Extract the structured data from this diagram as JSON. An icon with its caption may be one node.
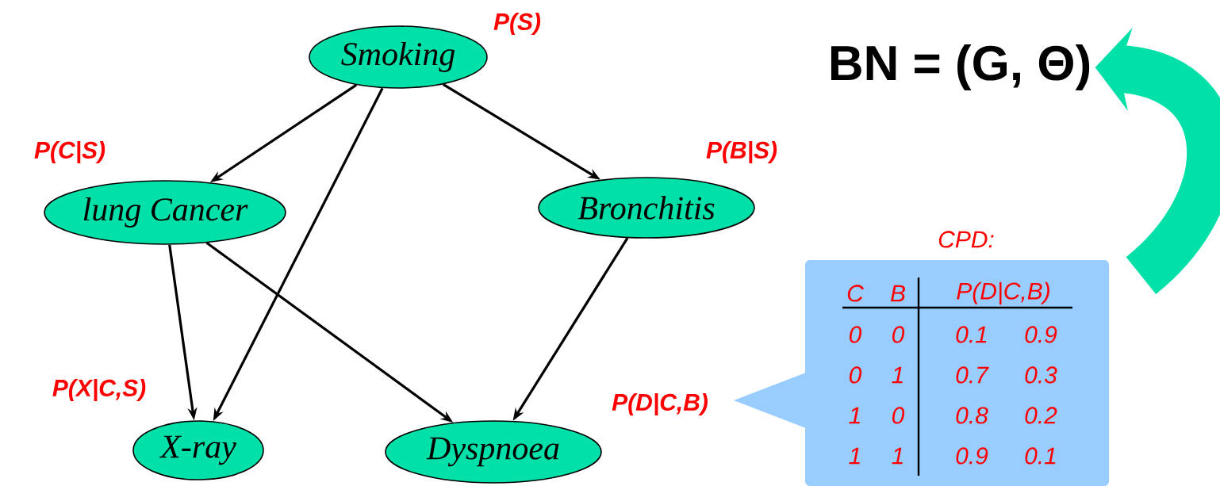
{
  "diagram": {
    "nodes": [
      {
        "text": [
          "Smoking"
        ],
        "beside": [
          "P(S)"
        ]
      },
      {
        "text": [
          "lung Cancer"
        ],
        "beside": [
          "P(C|S)"
        ]
      },
      {
        "text": [
          "Bronchitis"
        ],
        "beside": [
          "P(B|S)"
        ]
      },
      {
        "text": [
          "X-ray"
        ],
        "beside": [
          "P(X|C,S)"
        ]
      },
      {
        "text": [
          "Dyspnoea"
        ],
        "beside": [
          "P(D|C,B)"
        ]
      },
      {
        "text": [
          "BN = (G, Θ)"
        ]
      },
      {
        "text": [
          "CPD:"
        ]
      }
    ],
    "edges": [
      {
        "from": 0,
        "to": 1,
        "arrow": "to"
      },
      {
        "from": 0,
        "to": 2,
        "arrow": "to"
      },
      {
        "from": 0,
        "to": 3,
        "arrow": "to"
      },
      {
        "from": 1,
        "to": 3,
        "arrow": "to"
      },
      {
        "from": 1,
        "to": 4,
        "arrow": "to"
      },
      {
        "from": 2,
        "to": 4,
        "arrow": "to"
      },
      {
        "from": 6,
        "to": 5,
        "arrow": "to",
        "style": "thick",
        "color": "#00e0a8"
      }
    ],
    "labels": [
      "C",
      "B",
      "P(D|C,B)",
      "0",
      "0",
      "0.1",
      "0.9",
      "0",
      "1",
      "0.7",
      "0.3",
      "1",
      "0",
      "0.8",
      "0.2",
      "1",
      "1",
      "0.9",
      "0.1"
    ]
  }
}
